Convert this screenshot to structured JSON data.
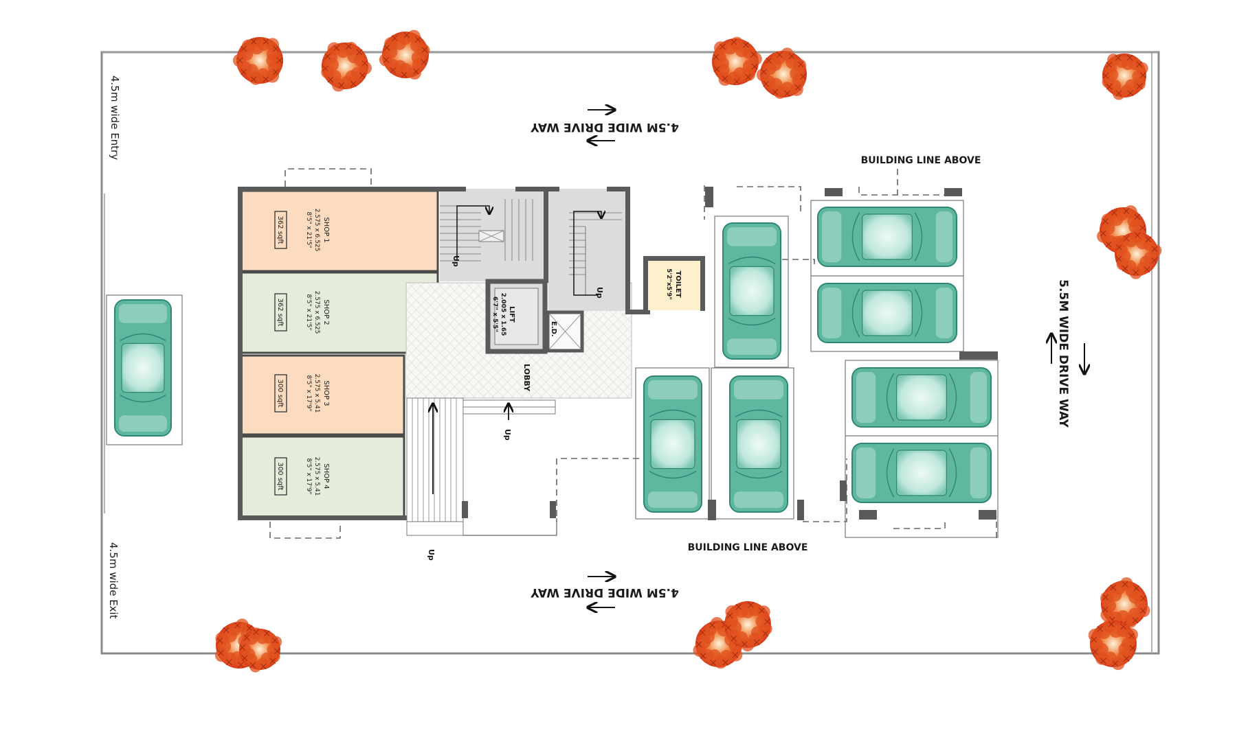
{
  "site": {
    "entry_label": "4.5m wide Entry",
    "exit_label": "4.5m wide Exit",
    "drive_top": "4.5M WIDE DRIVE WAY",
    "drive_bottom": "4.5M WIDE DRIVE WAY",
    "drive_right": "5.5M WIDE DRIVE WAY",
    "building_line_top": "BUILDING LINE ABOVE",
    "building_line_bottom": "BUILDING LINE ABOVE"
  },
  "shops": [
    {
      "name": "SHOP 1",
      "metric": "2.575 x 6.525",
      "imperial": "8'5\" x 21'5\"",
      "area": "362 sqft",
      "color": "#fcdcc0"
    },
    {
      "name": "SHOP 2",
      "metric": "2.575 x 6.525",
      "imperial": "8'5\" x 21'5\"",
      "area": "362 sqft",
      "color": "#e6ecdc"
    },
    {
      "name": "SHOP 3",
      "metric": "2.575 x 5.41",
      "imperial": "8'5\" x 17'9\"",
      "area": "300 sqft",
      "color": "#fcdcc0"
    },
    {
      "name": "SHOP 4",
      "metric": "2.575 x 5.41",
      "imperial": "8'5\" x 17'9\"",
      "area": "300 sqft",
      "color": "#e6ecdc"
    }
  ],
  "core": {
    "lift_label": "LIFT",
    "lift_metric": "2.005 x 1.65",
    "lift_imperial": "6'7\" x 5'5\"",
    "ed_label": "E.D.",
    "lobby_label": "LOBBY",
    "toilet_label": "TOILET",
    "toilet_size": "5'2\"x5'9\"",
    "up_label": "Up"
  },
  "colors": {
    "car": "#5fb7a0",
    "car_dark": "#2e8674",
    "car_light": "#e2f6f0",
    "stair": "#dcdcdc",
    "toilet": "#fdf0cc",
    "tree": "#e0501e"
  }
}
